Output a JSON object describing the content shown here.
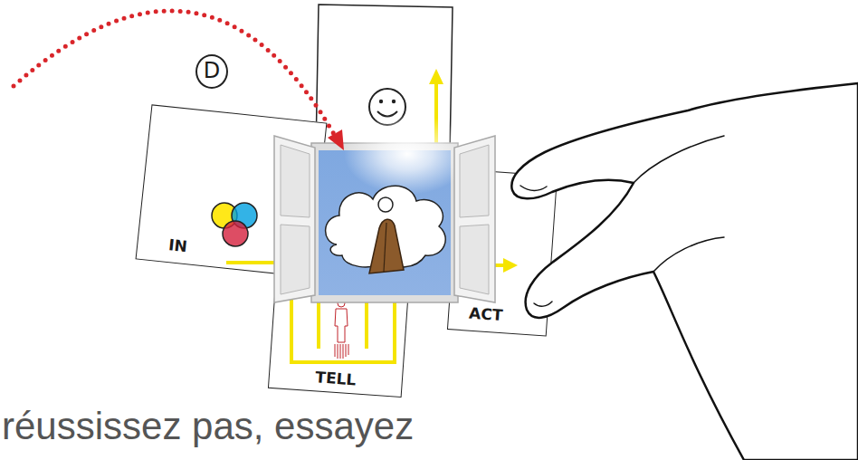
{
  "diagram": {
    "nodes": [
      {
        "text": [
          "D"
        ]
      },
      {
        "text": [
          "IN"
        ]
      },
      {
        "text": [
          "ACT"
        ]
      },
      {
        "text": [
          "TELL"
        ]
      }
    ],
    "labels": [
      "réussissez pas, essayez"
    ]
  }
}
